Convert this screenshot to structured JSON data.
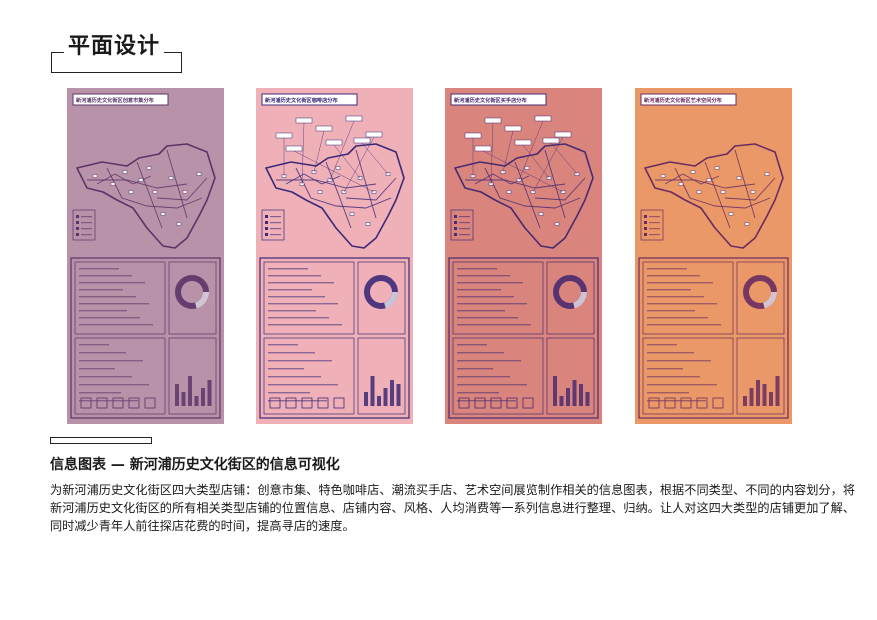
{
  "page": {
    "title": "平面设计",
    "section_heading": "信息图表 — 新河浦历史文化街区的信息可视化",
    "description": "为新河浦历史文化街区四大类型店铺：创意市集、特色咖啡店、潮流买手店、艺术空间展览制作相关的信息图表，根据不同类型、不同的内容划分，将新河浦历史文化街区的所有相关类型店铺的位置信息、店铺内容、风格、人均消费等一系列信息进行整理、归纳。让人对这四大类型的店铺更加了解、同时减少青年人前往探店花费的时间，提高寻店的速度。"
  },
  "posters": [
    {
      "title": "新河浦历史文化街区创意市集分布",
      "bg": "#b892a8",
      "ink": "#5a3568"
    },
    {
      "title": "新河浦历史文化街区咖啡店分布",
      "bg": "#efb1b7",
      "ink": "#3c2a78"
    },
    {
      "title": "新河浦历史文化街区买手店分布",
      "bg": "#d9857e",
      "ink": "#4a2a70"
    },
    {
      "title": "新河浦历史文化街区艺术空间分布",
      "bg": "#eb9868",
      "ink": "#6a2c60"
    }
  ]
}
